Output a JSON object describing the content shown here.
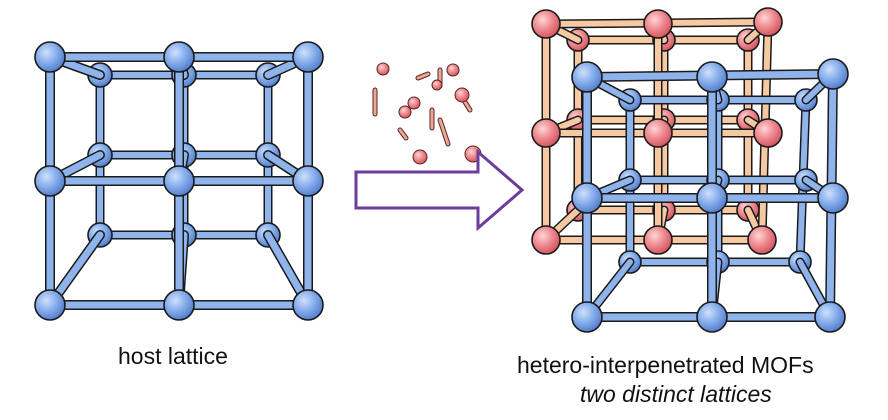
{
  "labels": {
    "host": "host lattice",
    "hetero": "hetero-interpenetrated MOFs",
    "sub": "two distinct lattices"
  },
  "colors": {
    "blue_node": "#7ba7e8",
    "blue_node_dark": "#4f7ccc",
    "blue_strut": "#8fb4ec",
    "pink_node": "#f08c90",
    "pink_node_dark": "#d55a62",
    "orange_strut": "#f6c9a2",
    "outline": "#1a1a1a",
    "arrow_outline": "#6b3d9c"
  },
  "icons": [
    "host-lattice-illustration",
    "linker-fragments-illustration",
    "reaction-arrow-icon",
    "interpenetrated-lattice-illustration"
  ]
}
